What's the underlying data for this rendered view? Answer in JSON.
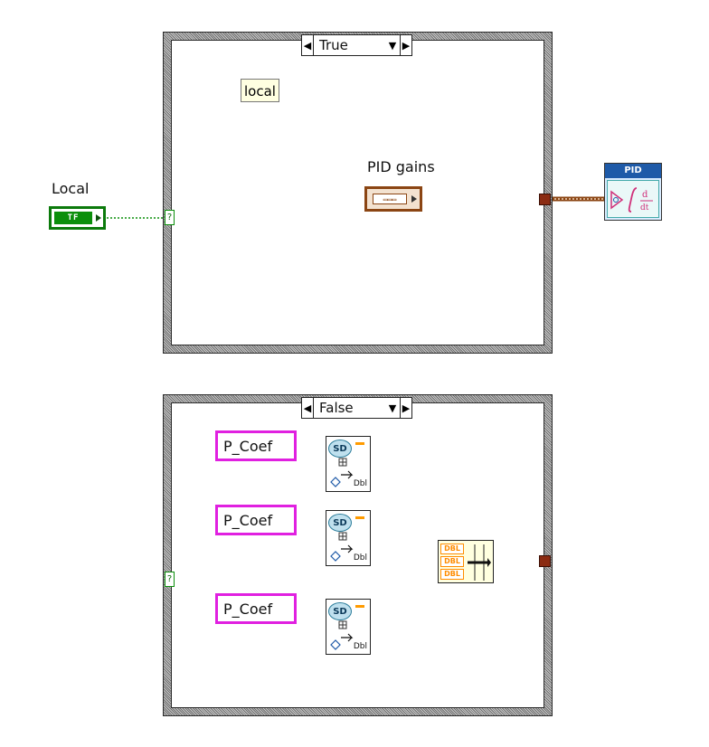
{
  "case_true": {
    "selector_label": "True"
  },
  "case_false": {
    "selector_label": "False"
  },
  "local_control": {
    "label": "Local",
    "type_text": "TF"
  },
  "local_variable": {
    "label": "local"
  },
  "pid_gains": {
    "label": "PID gains",
    "type_text": "███"
  },
  "pid_vi": {
    "header": "PID"
  },
  "selector_terminal": {
    "glyph": "?"
  },
  "shared_vars": [
    {
      "label": "P_Coef",
      "node_badge": "SD",
      "node_type": "Dbl"
    },
    {
      "label": "P_Coef",
      "node_badge": "SD",
      "node_type": "Dbl"
    },
    {
      "label": "P_Coef",
      "node_badge": "SD",
      "node_type": "Dbl"
    }
  ],
  "bundle": {
    "rows": [
      "DBL",
      "DBL",
      "DBL"
    ]
  },
  "colors": {
    "boolean": "#0b8f0b",
    "cluster": "#8b4513",
    "double": "#ff8c00",
    "variant": "#e020e0",
    "case_border": "#8a8a8a"
  }
}
